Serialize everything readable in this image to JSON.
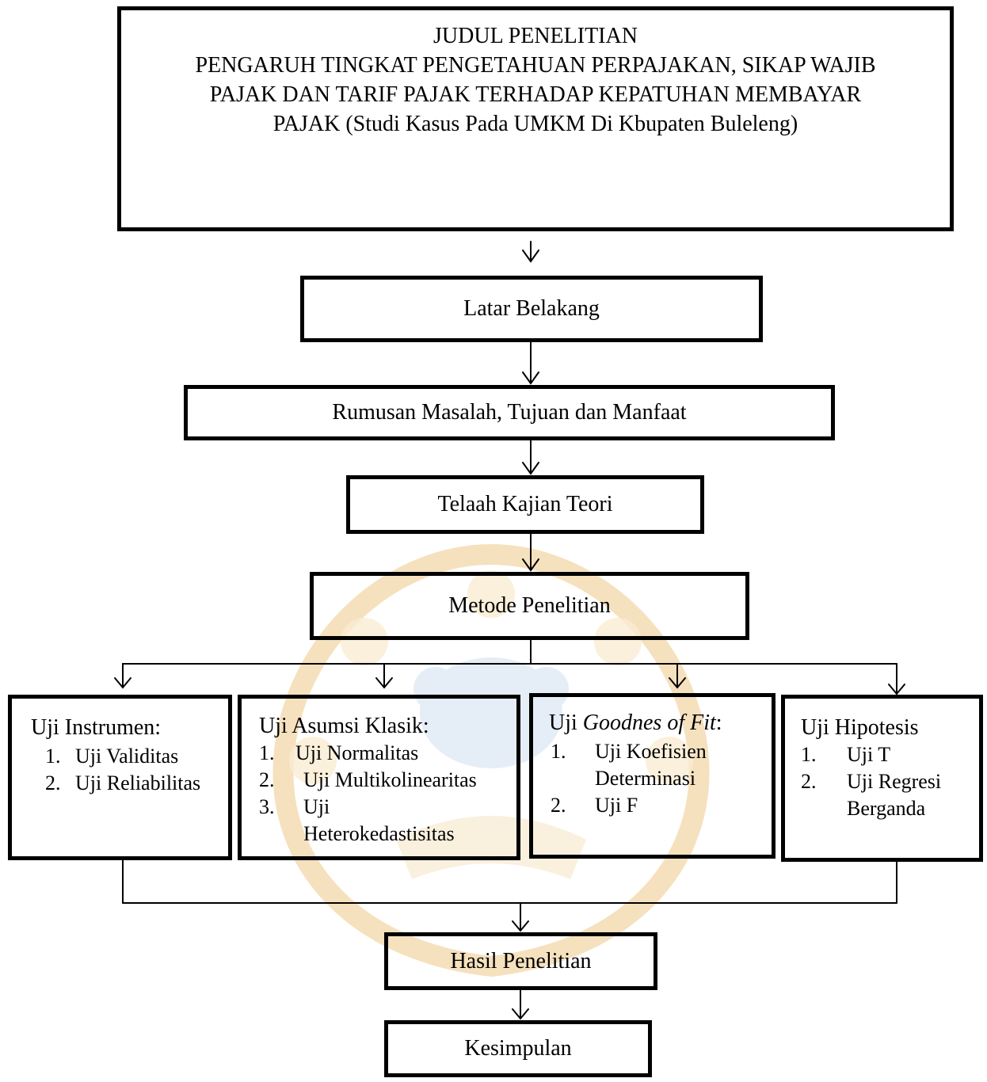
{
  "title": {
    "line1": "JUDUL PENELITIAN",
    "line2": "PENGARUH TINGKAT PENGETAHUAN PERPAJAKAN, SIKAP WAJIB",
    "line3": "PAJAK DAN TARIF PAJAK TERHADAP KEPATUHAN MEMBAYAR",
    "line4": "PAJAK (Studi Kasus Pada UMKM Di Kbupaten Buleleng)"
  },
  "steps": {
    "latar": "Latar Belakang",
    "rumusan": "Rumusan Masalah, Tujuan dan Manfaat",
    "telaah": "Telaah Kajian Teori",
    "metode": "Metode Penelitian",
    "hasil": "Hasil Penelitian",
    "kesimpulan": "Kesimpulan"
  },
  "tests": {
    "instrumen": {
      "title": "Uji Instrumen:",
      "items": [
        "Uji Validitas",
        "Uji Reliabilitas"
      ]
    },
    "asumsi": {
      "title": "Uji Asumsi Klasik:",
      "items": [
        "Uji Normalitas",
        "Uji Multikolinearitas",
        "Uji",
        "Heterokedastisitas"
      ]
    },
    "goodness": {
      "title_prefix": "Uji ",
      "title_italic": "Goodnes of Fit",
      "title_suffix": ":",
      "items": [
        "Uji Koefisien",
        "Determinasi",
        "Uji F"
      ]
    },
    "hipotesis": {
      "title": "Uji Hipotesis",
      "items": [
        "Uji T",
        "Uji Regresi",
        "Berganda"
      ]
    }
  },
  "numbers": [
    "1.",
    "2.",
    "3."
  ],
  "colors": {
    "stroke": "#000000",
    "watermark": "#e8a93c"
  }
}
